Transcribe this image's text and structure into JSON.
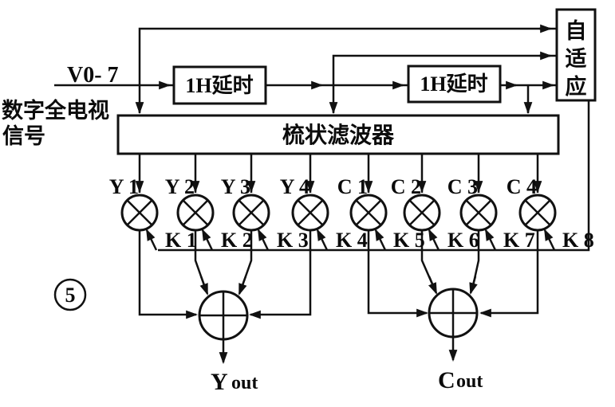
{
  "figure": {
    "number": "5"
  },
  "labels": {
    "input_signal": "V0- 7",
    "caption_line1": "数字全电视",
    "caption_line2": "信号",
    "delay1": "1H延时",
    "delay2": "1H延时",
    "comb_filter": "梳状滤波器",
    "adaptive_char1": "自",
    "adaptive_char2": "适",
    "adaptive_char3": "应",
    "yout_main": "Y",
    "yout_sub": "out",
    "cout_main": "C",
    "cout_sub": "out"
  },
  "multipliers": [
    {
      "label": "Y 1",
      "switch": "K 1"
    },
    {
      "label": "Y 2",
      "switch": "K 2"
    },
    {
      "label": "Y 3",
      "switch": "K 3"
    },
    {
      "label": "Y 4",
      "switch": "K 4"
    },
    {
      "label": "C 1",
      "switch": "K 5"
    },
    {
      "label": "C 2",
      "switch": "K 6"
    },
    {
      "label": "C 3",
      "switch": "K 7"
    },
    {
      "label": "C 4",
      "switch": "K 8"
    }
  ]
}
